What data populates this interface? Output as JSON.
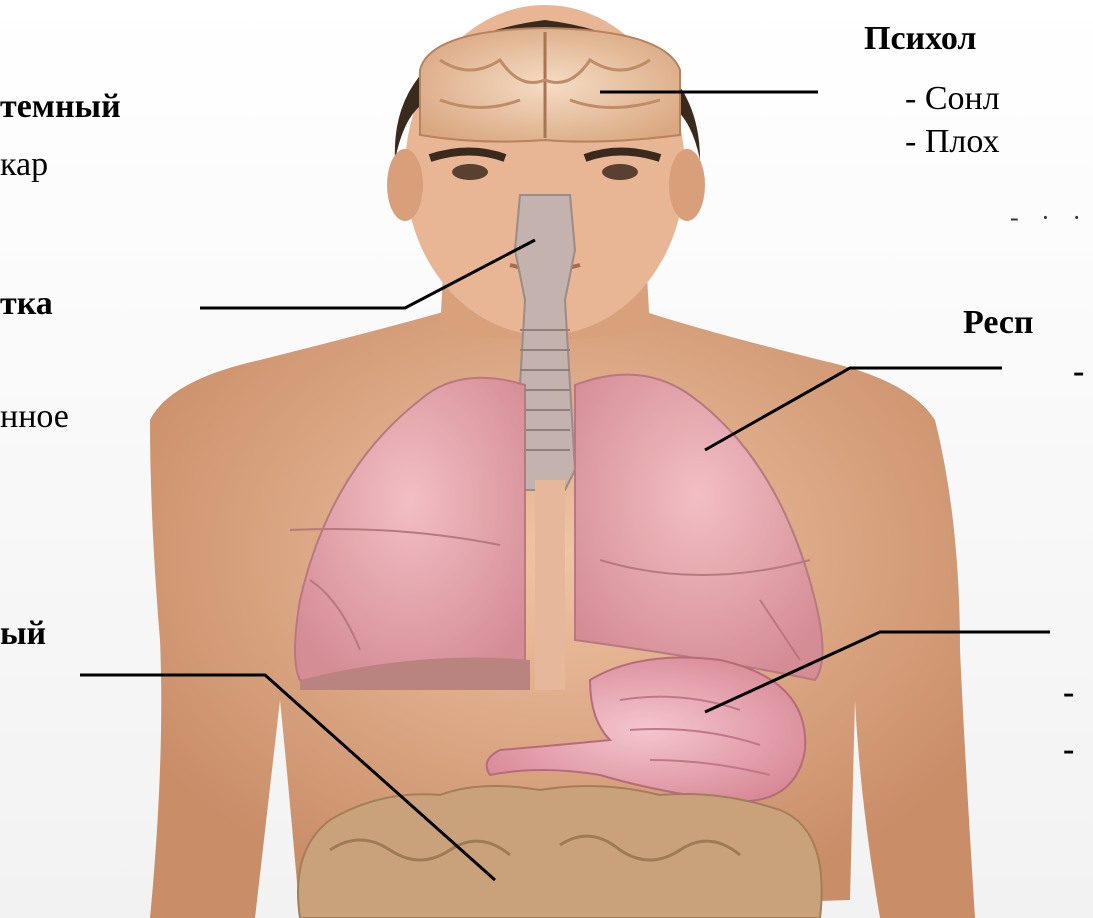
{
  "labels": {
    "left": [
      {
        "id": "l1",
        "text": "темный",
        "bold": true
      },
      {
        "id": "l2",
        "text": "кар",
        "bold": false
      },
      {
        "id": "l3",
        "text": "тка",
        "bold": true
      },
      {
        "id": "l4",
        "text": "нное",
        "bold": false
      },
      {
        "id": "l5",
        "text": "ый",
        "bold": true
      }
    ],
    "right": [
      {
        "id": "r1",
        "text": "Психол",
        "bold": true
      },
      {
        "id": "r2",
        "text": "- Сонл",
        "bold": false
      },
      {
        "id": "r3",
        "text": "- Плох",
        "bold": false
      },
      {
        "id": "r4",
        "text": "- · ·",
        "bold": false
      },
      {
        "id": "r5",
        "text": "Респ",
        "bold": true
      },
      {
        "id": "r6",
        "text": "-",
        "bold": false
      },
      {
        "id": "r7",
        "text": "-",
        "bold": false
      },
      {
        "id": "r8",
        "text": "-",
        "bold": false
      }
    ]
  },
  "colors": {
    "background": "#ffffff",
    "skin": "#e8b694",
    "skin_shadow": "#c98d68",
    "hair": "#3a2a1e",
    "brain": "#e9c3a2",
    "lungs": "#e9a6ad",
    "stomach": "#dd8f99",
    "intestine": "#c9a27b",
    "trachea": "#b9a8a2",
    "leader_line": "#000000"
  },
  "icons": [
    "brain-illustration",
    "lungs-illustration",
    "trachea-illustration",
    "stomach-illustration",
    "intestine-illustration"
  ]
}
